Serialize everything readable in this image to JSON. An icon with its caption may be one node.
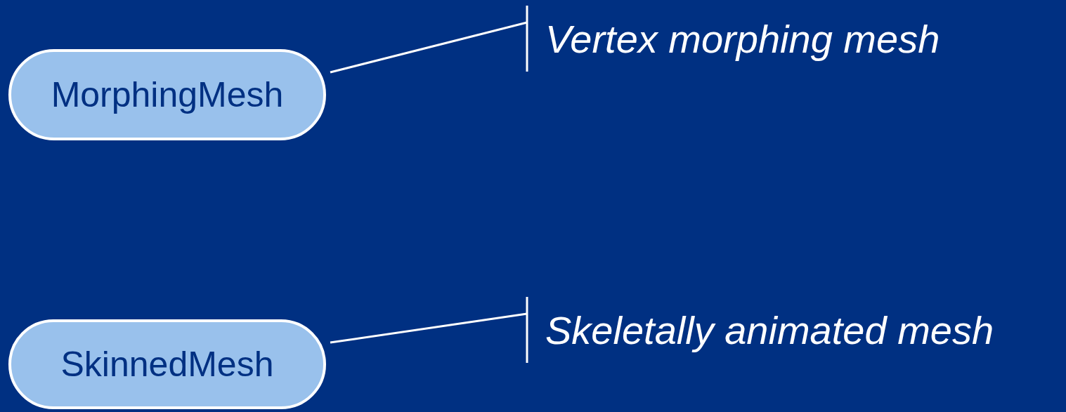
{
  "diagram": {
    "nodes": [
      {
        "text": [
          "MorphingMesh"
        ]
      },
      {
        "text": [
          "Vertex morphing mesh"
        ]
      },
      {
        "text": [
          "SkinnedMesh"
        ]
      },
      {
        "text": [
          "Skeletally animated mesh"
        ]
      }
    ],
    "edges": [
      {
        "from": 0,
        "to": 1,
        "arrow": "other"
      },
      {
        "from": 2,
        "to": 3,
        "arrow": "other"
      }
    ]
  }
}
